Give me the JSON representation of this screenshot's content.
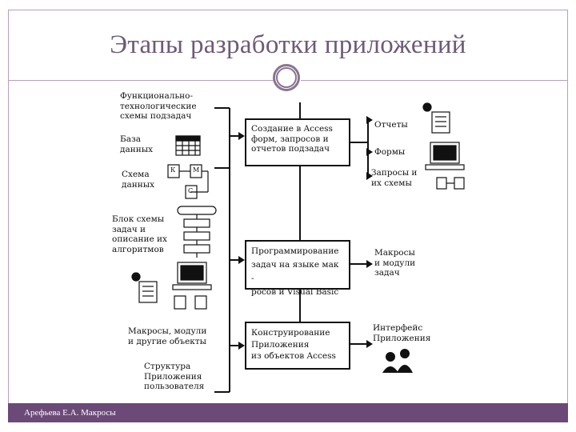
{
  "slide": {
    "title": "Этапы разработки приложений",
    "footer": "Арефьева Е.А. Макросы"
  },
  "diagram": {
    "left_labels": {
      "functional": "Функционально-\nтехнологические\nсхемы подзадач",
      "database": "База\nданных",
      "data_schema": "Схема\nданных",
      "block_schema": "Блок схемы\nзадач  и\nописание их\nалгоритмов",
      "macros_modules": "Макросы, модули\nи другие объекты",
      "user_structure": "Структура\nПриложения\nпользователя"
    },
    "center_boxes": {
      "create": "Создание  в  Access\nформ, запросов и\nотчетов  подзадач",
      "programming": "Программирование\nзадач  на  языке  мак -\nросов и Visual Basic",
      "construct": "Конструирование\nПриложения\nиз объектов  Access"
    },
    "right_labels": {
      "reports": "Отчеты",
      "forms": "Формы",
      "queries": "Запросы и\nих схемы",
      "macros": "Макросы\nи  модули\nзадач",
      "interface": "Интерфейс\nПриложения"
    },
    "icon_letters": {
      "k": "К",
      "m": "М",
      "c": "С"
    }
  }
}
